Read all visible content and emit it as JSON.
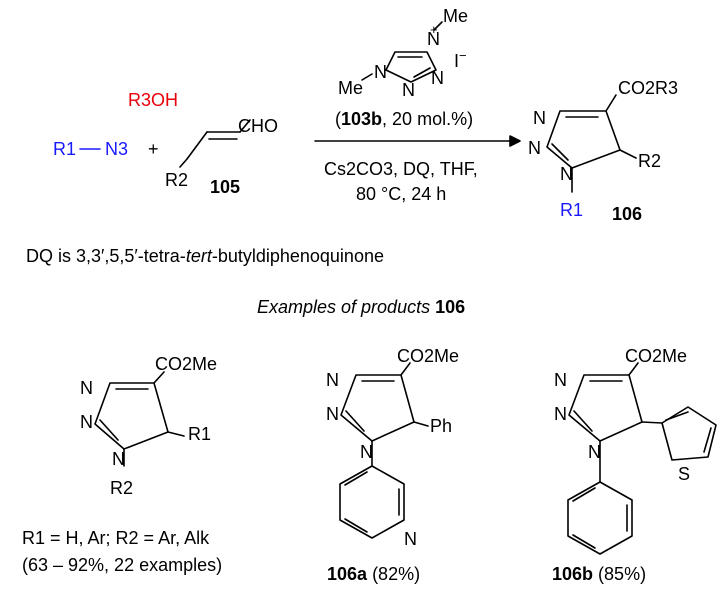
{
  "reactants": {
    "alcohol": "R3OH",
    "azide_r": "R1",
    "azide_n": "N3",
    "plus": "+",
    "aldehyde_cho": "CHO",
    "aldehyde_r": "R2",
    "aldehyde_id": "105"
  },
  "catalyst": {
    "me_top": "Me",
    "me_left": "Me",
    "counterion": "I",
    "id": "103b",
    "loading": "20 mol.%"
  },
  "conditions": {
    "line1": "Cs2CO3, DQ, THF,",
    "line2": "80 °C, 24 h"
  },
  "product": {
    "ester": "CO2R3",
    "r2": "R2",
    "r1": "R1",
    "id": "106"
  },
  "notes": {
    "dq_prefix": "DQ is 3,3′,5,5′-tetra-",
    "dq_italic": "tert",
    "dq_suffix": "-butyldiphenoquinone",
    "examples_label": "Examples of products",
    "examples_id": "106"
  },
  "examples": [
    {
      "ester": "CO2Me",
      "substituent_5": "R1",
      "substituent_1": "R2",
      "scope": "R1 = H, Ar; R2 = Ar, Alk",
      "yield_text": "(63 – 92%, 22 examples)"
    },
    {
      "ester": "CO2Me",
      "substituent_5": "Ph",
      "ring_n": "N",
      "id": "106a",
      "yield": "(82%)"
    },
    {
      "ester": "CO2Me",
      "ring_s": "S",
      "id": "106b",
      "yield": "(85%)"
    }
  ]
}
